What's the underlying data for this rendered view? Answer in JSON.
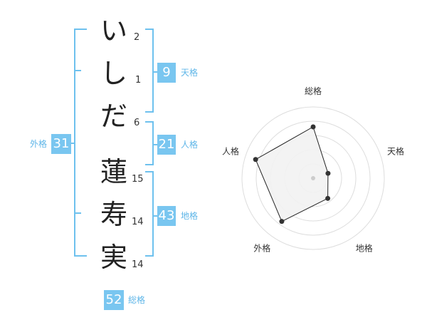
{
  "name": {
    "characters": [
      {
        "char": "い",
        "strokes": "2"
      },
      {
        "char": "し",
        "strokes": "1"
      },
      {
        "char": "だ",
        "strokes": "6"
      },
      {
        "char": "蓮",
        "strokes": "15"
      },
      {
        "char": "寿",
        "strokes": "14"
      },
      {
        "char": "実",
        "strokes": "14"
      }
    ]
  },
  "kakusu": {
    "tenkaku": {
      "value": "9",
      "label": "天格"
    },
    "jinkaku": {
      "value": "21",
      "label": "人格"
    },
    "chikaku": {
      "value": "43",
      "label": "地格"
    },
    "gaikaku": {
      "value": "31",
      "label": "外格"
    },
    "soukaku": {
      "value": "52",
      "label": "総格"
    }
  },
  "radar": {
    "axes": [
      "総格",
      "天格",
      "地格",
      "外格",
      "人格"
    ],
    "values": [
      0.72,
      0.22,
      0.35,
      0.75,
      0.85
    ],
    "colors": {
      "fill": "#f2f2f2",
      "stroke": "#222222",
      "grid": "#dddddd",
      "point": "#333333",
      "center": "#cccccc"
    }
  },
  "colors": {
    "accent": "#79c6f0",
    "bracket": "#6ec1ee"
  }
}
